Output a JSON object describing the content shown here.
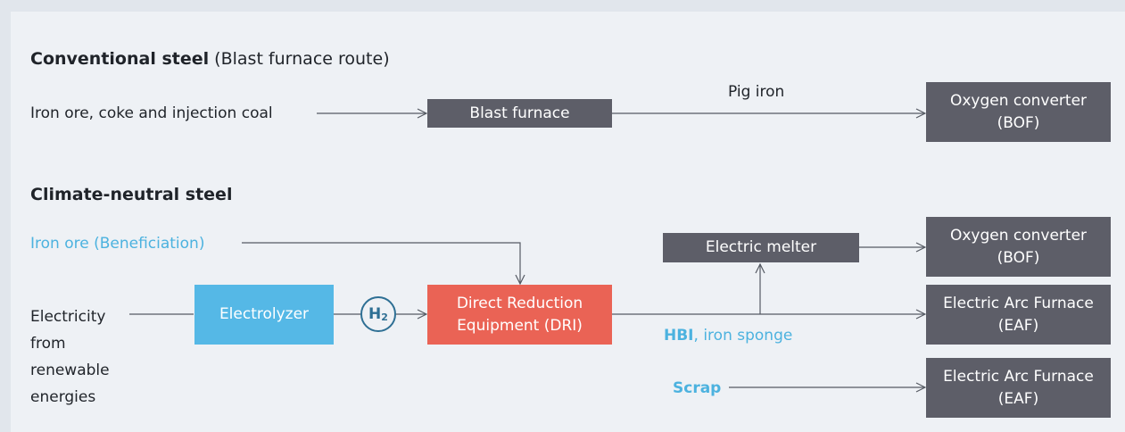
{
  "conventional": {
    "heading_bold": "Conventional steel",
    "heading_rest": "(Blast furnace route)",
    "input_label": "Iron ore, coke and injection coal",
    "blast_furnace": "Blast furnace",
    "pig_iron_label": "Pig iron",
    "oxygen_converter": "Oxygen converter (BOF)"
  },
  "climate_neutral": {
    "heading": "Climate-neutral steel",
    "iron_ore_label": "Iron ore (Beneficiation)",
    "electricity_label": "Electricity from renewable energies",
    "electrolyzer": "Electrolyzer",
    "h2_main": "H",
    "h2_sub": "2",
    "dri": "Direct Reduction Equipment (DRI)",
    "electric_melter": "Electric melter",
    "oxygen_converter": "Oxygen converter (BOF)",
    "eaf_1": "Electric Arc Furnace (EAF)",
    "hbi_bold": "HBI",
    "hbi_rest": ", iron sponge",
    "scrap_label": "Scrap",
    "eaf_2": "Electric Arc Furnace (EAF)"
  },
  "colors": {
    "background": "#e1e6ec",
    "panel": "#eef1f5",
    "box_gray": "#5d5e68",
    "box_blue": "#55b8e6",
    "box_red": "#ea6355",
    "accent_blue": "#4cb2df",
    "h2_ring": "#2e6f94",
    "line": "#555a63"
  }
}
